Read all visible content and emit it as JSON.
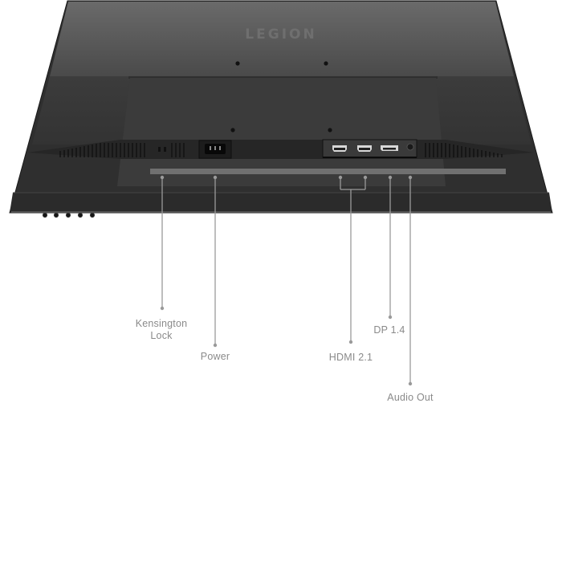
{
  "product": {
    "brand_logo": "LEGION",
    "view": "monitor rear view, ports facing down"
  },
  "callouts": [
    {
      "id": "kensington",
      "label_line1": "Kensington",
      "label_line2": "Lock"
    },
    {
      "id": "power",
      "label": "Power"
    },
    {
      "id": "hdmi",
      "label": "HDMI 2.1",
      "count": 2
    },
    {
      "id": "dp",
      "label": "DP 1.4"
    },
    {
      "id": "audio",
      "label": "Audio Out"
    }
  ],
  "colors": {
    "background": "#ffffff",
    "monitor_body": "#3a3a3a",
    "monitor_top": "#5c5c5c",
    "callout_line": "#9a9a9a",
    "label_text": "#8a8a8a"
  },
  "monitor_buttons": {
    "count": 5
  }
}
